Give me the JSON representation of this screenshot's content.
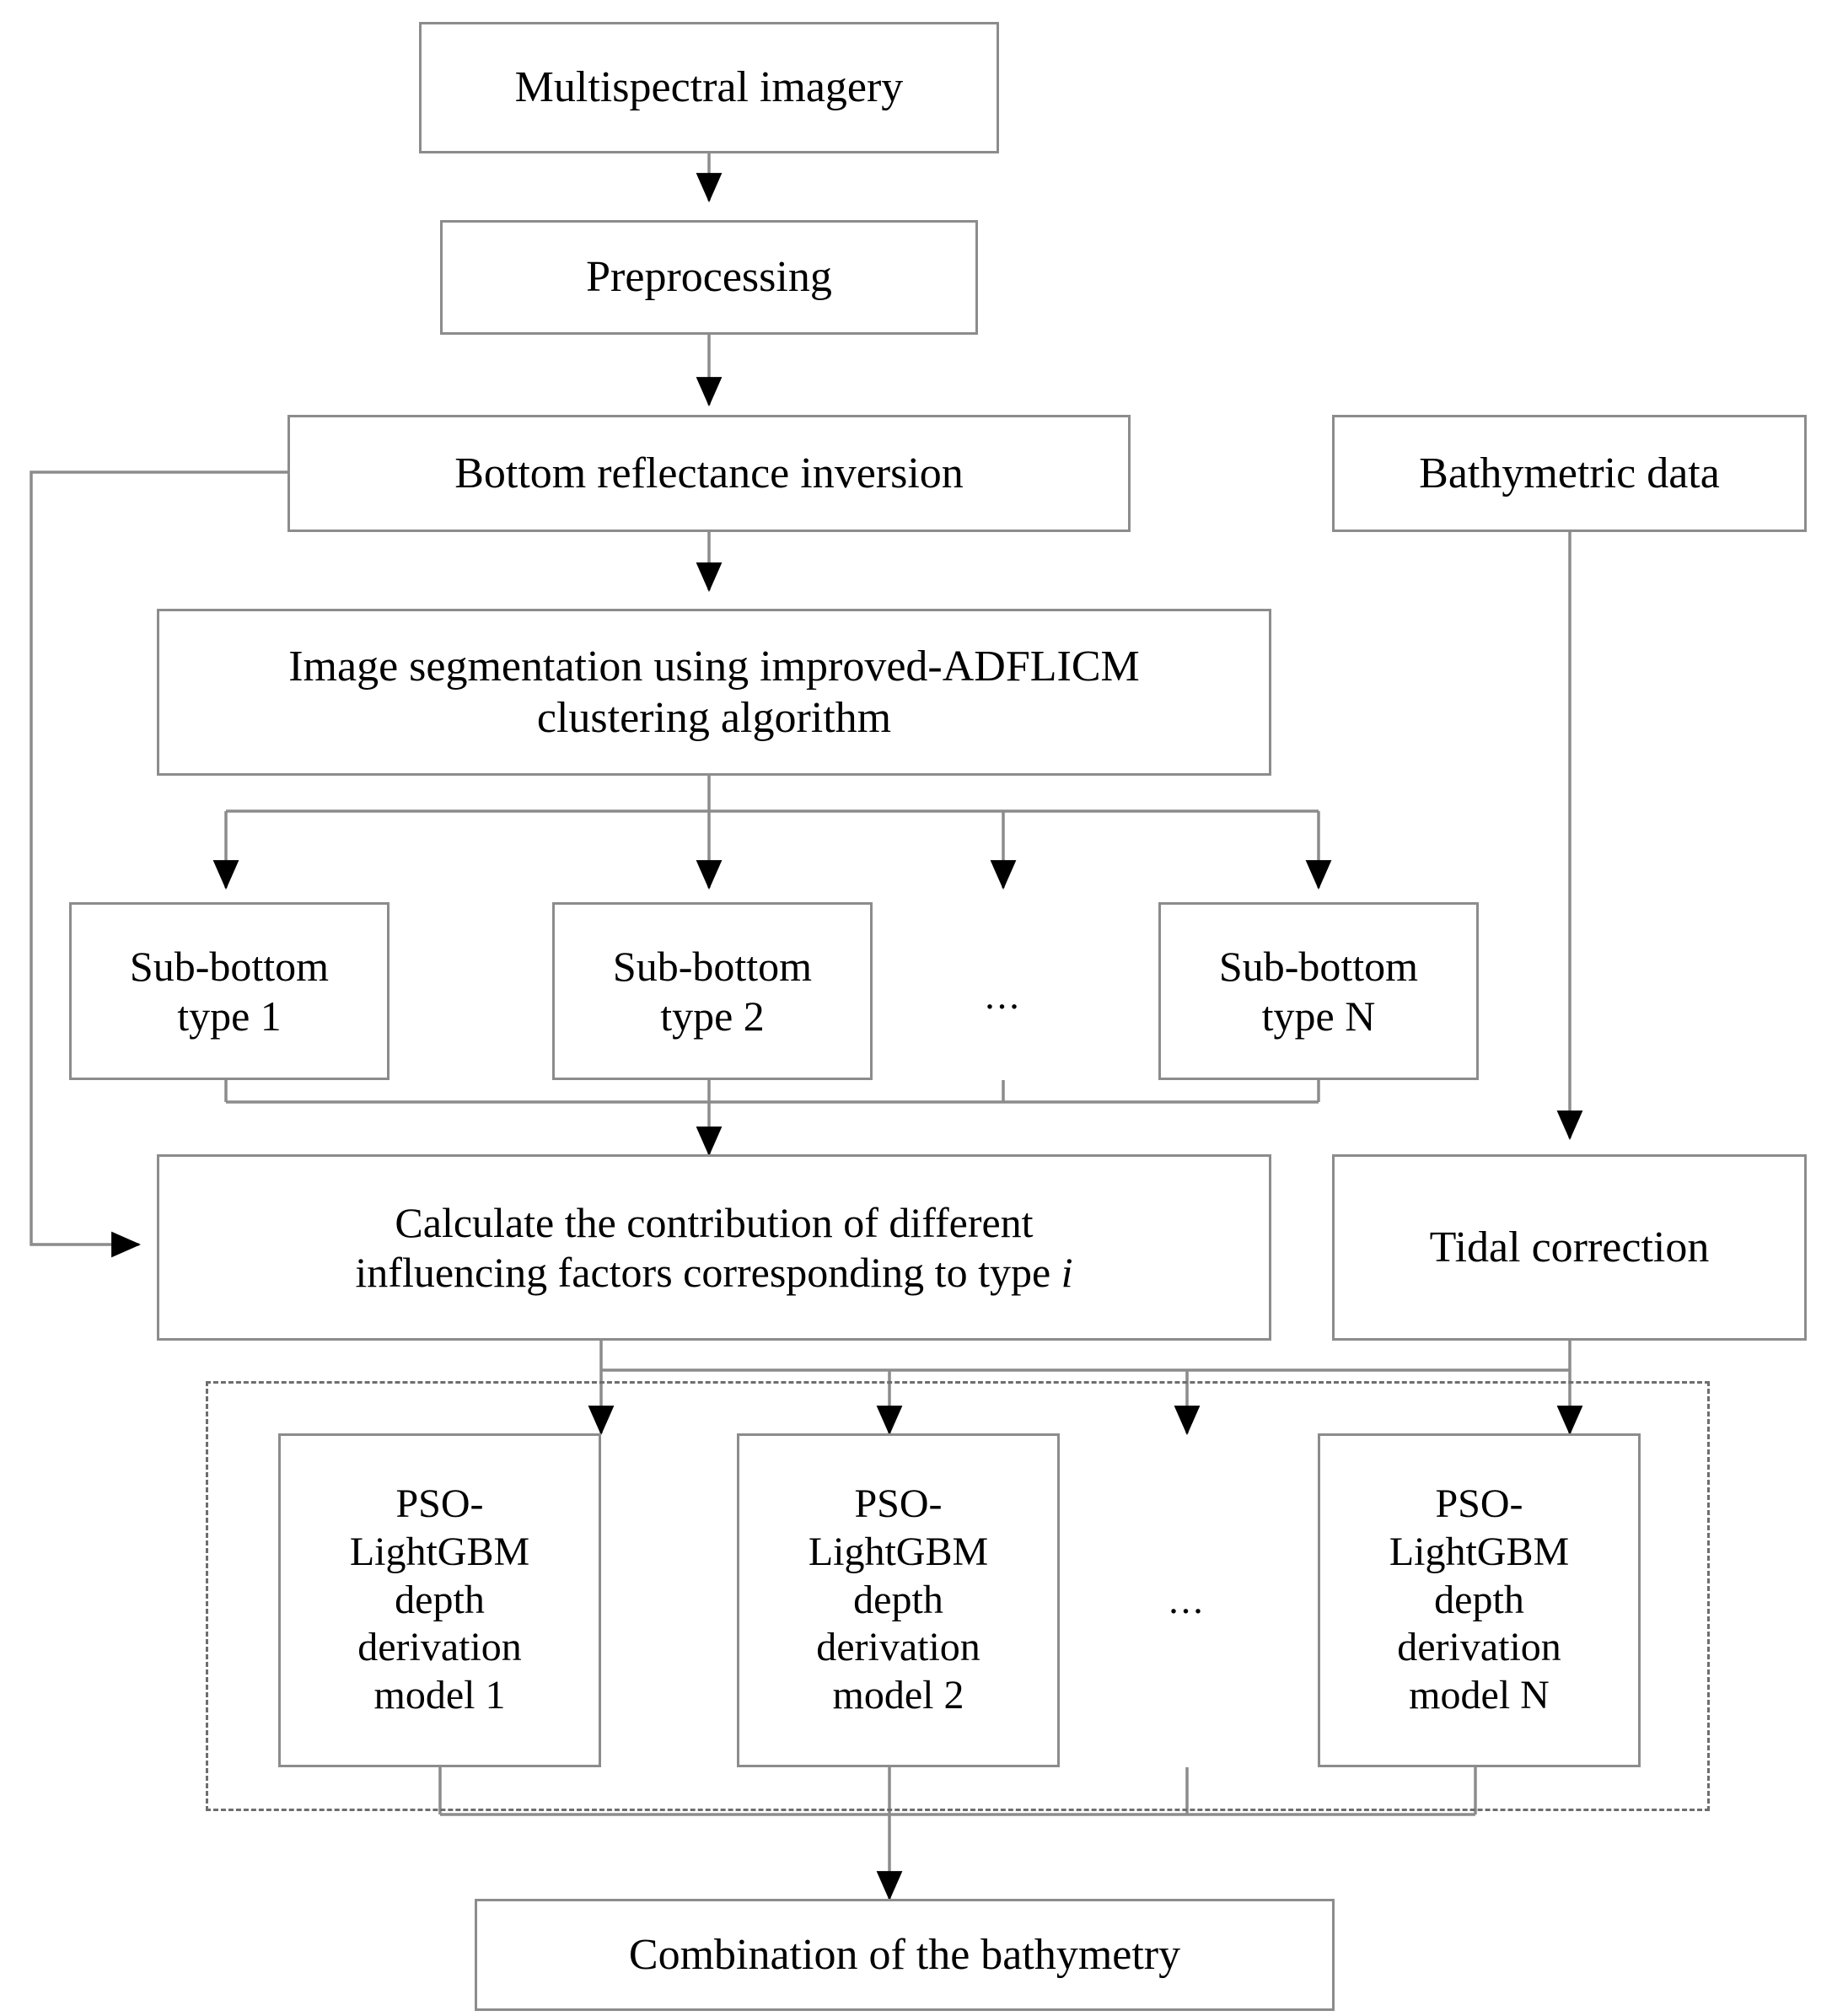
{
  "diagram": {
    "title_text": "Bathymetry derivation workflow flowchart",
    "colors": {
      "box_border": "#8c8c8c",
      "dashed_border": "#6e6e6e",
      "line": "#8c8c8c",
      "arrow_fill": "#000000",
      "text": "#000000",
      "background": "#ffffff"
    },
    "nodes": {
      "multispectral_imagery": "Multispectral imagery",
      "preprocessing": "Preprocessing",
      "bottom_reflectance_inversion": "Bottom reflectance inversion",
      "bathymetric_data": "Bathymetric data",
      "image_segmentation": "Image segmentation using improved-ADFLICM\nclustering algorithm",
      "sub_bottom_type_1": "Sub-bottom\ntype 1",
      "sub_bottom_type_2": "Sub-bottom\ntype 2",
      "sub_bottom_type_n": "Sub-bottom\ntype N",
      "calculate_contribution_line1": "Calculate the contribution of different",
      "calculate_contribution_line2_a": "influencing factors  corresponding to type ",
      "calculate_contribution_line2_italic": "i",
      "tidal_correction": "Tidal correction",
      "pso_model_1": "PSO-\nLightGBM\ndepth\nderivation\nmodel 1",
      "pso_model_2": "PSO-\nLightGBM\ndepth\nderivation\nmodel 2",
      "pso_model_n": "PSO-\nLightGBM\ndepth\nderivation\nmodel N",
      "combination": "Combination of the bathymetry"
    },
    "ellipses": {
      "sub_bottom_row": "...",
      "pso_row": "..."
    }
  }
}
